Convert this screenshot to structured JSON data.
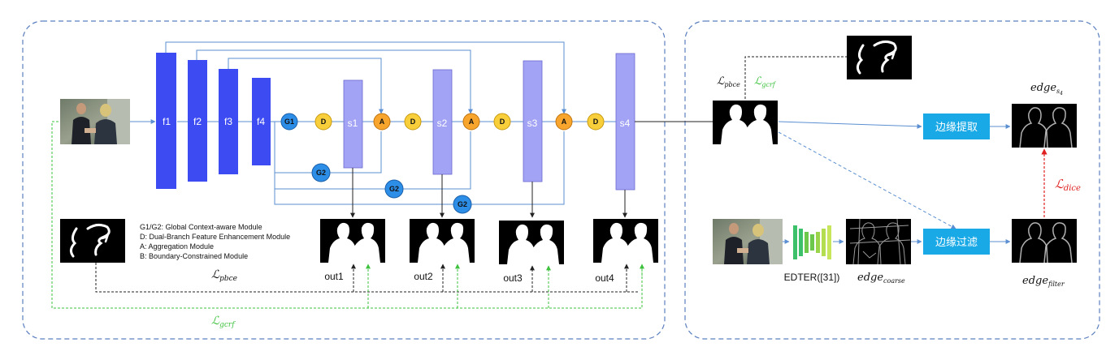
{
  "encoder": {
    "f1": "f1",
    "f2": "f2",
    "f3": "f3",
    "f4": "f4"
  },
  "modules": {
    "g1": "G1",
    "g2": "G2",
    "d": "D",
    "a": "A"
  },
  "stages": {
    "s1": "s1",
    "s2": "s2",
    "s3": "s3",
    "s4": "s4"
  },
  "outputs": {
    "out1": "out1",
    "out2": "out2",
    "out3": "out3",
    "out4": "out4"
  },
  "legend": [
    "G1/G2: Global Context-aware Module",
    "D: Dual-Branch Feature Enhancement Module",
    "A: Aggregation Module",
    "B: Boundary-Constrained Module"
  ],
  "losses": {
    "pbce_left": "ℒ",
    "pbce_left_sub": "pbce",
    "gcrf_left": "ℒ",
    "gcrf_left_sub": "gcrf",
    "pbce_right": "ℒ",
    "pbce_right_sub": "pbce",
    "gcrf_right": "ℒ",
    "gcrf_right_sub": "gcrf",
    "dice": "ℒ",
    "dice_sub": "dice"
  },
  "right_panel": {
    "extract_label": "边缘提取",
    "filter_label": "边缘过滤",
    "edter_label": "EDTER([31])",
    "edge_coarse": "edge",
    "edge_coarse_sub": "coarse",
    "edge_s4": "edge",
    "edge_s4_sub": "s",
    "edge_s4_subsub": "4",
    "edge_filter": "edge",
    "edge_filter_sub": "filter"
  },
  "colors": {
    "encoder_blue": "#3d4bf2",
    "stage_purple": "#a3a3f5",
    "d_yellow": "#f8cf3a",
    "a_orange": "#f8a52e",
    "g_blue": "#2d8ee8",
    "process_cyan": "#19a9e6",
    "line_blue": "#5b8fd1",
    "gcrf_green": "#3ec23e",
    "dice_red": "#e02020"
  }
}
